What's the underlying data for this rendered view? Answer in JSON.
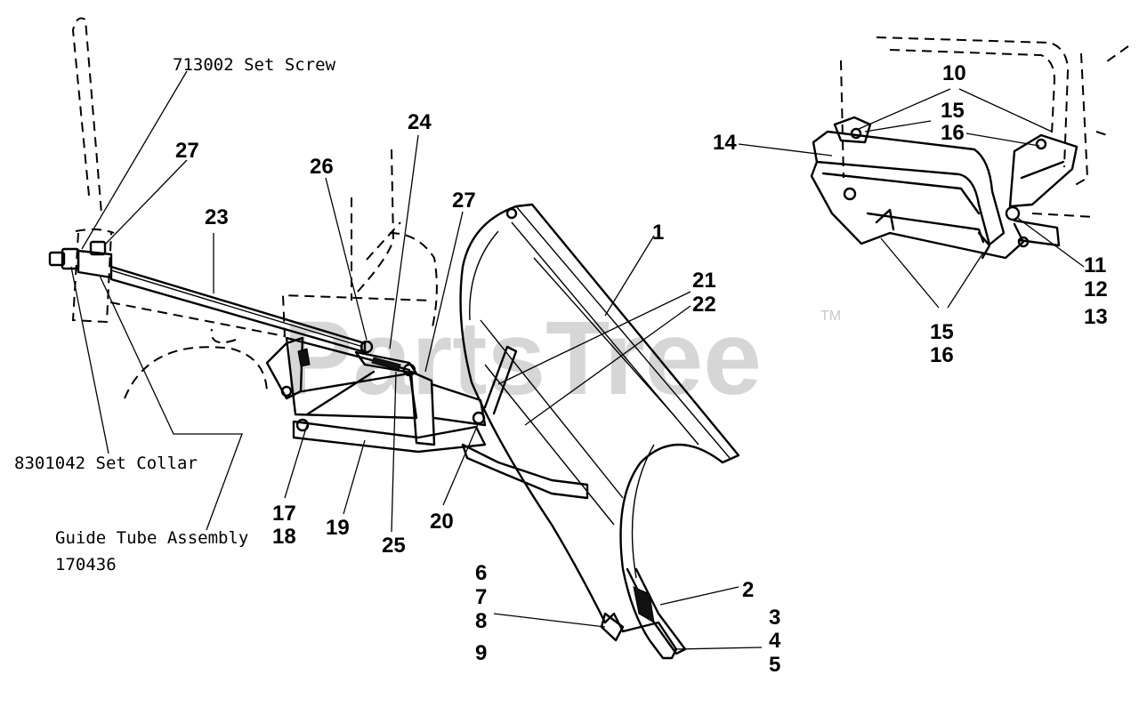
{
  "watermark": {
    "text": "PartsTree",
    "mark": "TM"
  },
  "part_numbers": {
    "p1": "1",
    "p2": "2",
    "p3": "3",
    "p4": "4",
    "p5": "5",
    "p6": "6",
    "p7": "7",
    "p8": "8",
    "p9": "9",
    "p10": "10",
    "p11": "11",
    "p12": "12",
    "p13": "13",
    "p14": "14",
    "p15_top": "15",
    "p16_top": "16",
    "p15_bottom": "15",
    "p16_bottom": "16",
    "p17": "17",
    "p18": "18",
    "p19": "19",
    "p20": "20",
    "p21": "21",
    "p22": "22",
    "p23": "23",
    "p24": "24",
    "p25": "25",
    "p26": "26",
    "p27_left": "27",
    "p27_right": "27"
  },
  "callouts": {
    "set_screw": "713002 Set Screw",
    "set_collar": "8301042 Set Collar",
    "guide_tube_line1": "Guide Tube Assembly",
    "guide_tube_line2": "170436"
  }
}
